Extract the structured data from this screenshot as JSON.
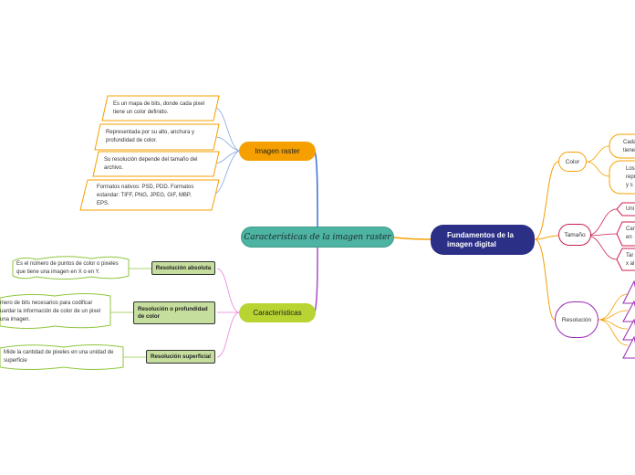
{
  "central": {
    "title": "Características de la imagen raster"
  },
  "imagen_raster": {
    "title": "Imagen raster",
    "notes": [
      "Es un mapa de bits, donde cada pixel tiene un color definido.",
      "Representada por su alto, anchura y profundidad de color.",
      "Su resolución depende del tamaño del archivo.",
      "Formatos nativos: PSD, PDD. Formatos estandar: TIFF, PNG, JPEG, GIF, MBP, EPS."
    ]
  },
  "caracteristicas": {
    "title": "Características",
    "items": [
      {
        "label": "Resolución absoluta",
        "note": "Es el número de puntos de color o pixeles que tiene una imagen en X o en Y."
      },
      {
        "label": "Resolución o profundidad de color",
        "note": "mero de bits necesarios para codificar uardar la información de color de un pixel una imagen."
      },
      {
        "label": "Resolución superficial",
        "note": "Mide la cantidad de pixeles en una unidad de superficie"
      }
    ]
  },
  "fundamentos": {
    "title": "Fundamentos de la imagen digital",
    "color": {
      "label": "Color",
      "notes": [
        "Cada tiene",
        "Los repr y s"
      ]
    },
    "tamano": {
      "label": "Tamaño",
      "notes": [
        "Uni",
        "Can en",
        "Tar x al"
      ]
    },
    "resolucion": {
      "label": "Resolución"
    }
  },
  "colors": {
    "central_fill": "#4db3a2",
    "orange": "#f5a000",
    "green": "#b8d433",
    "navy": "#2b2f86",
    "blue_line": "#3a6fd4",
    "purple_line": "#a84cc8",
    "pink_line": "#e87fd8",
    "green_line": "#8fc63d",
    "crimson": "#cc1f4f",
    "violet": "#9b29b3"
  }
}
